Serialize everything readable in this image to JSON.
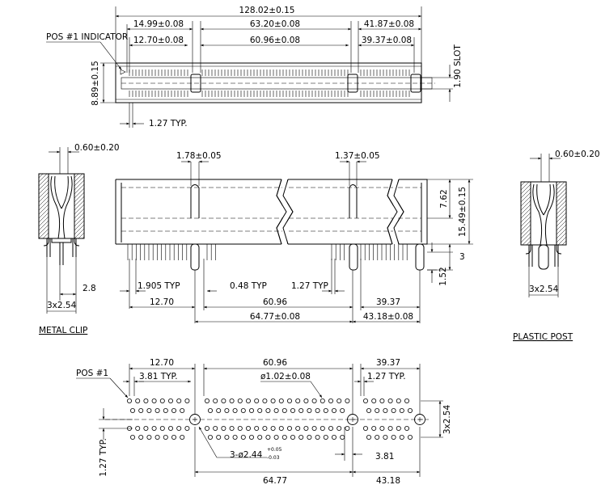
{
  "top_view": {
    "overall_length": "128.02±0.15",
    "left_section": "14.99±0.08",
    "middle_section": "63.20±0.08",
    "right_section": "41.87±0.08",
    "left_pitch_span": "12.70±0.08",
    "middle_pitch_span": "60.96±0.08",
    "right_pitch_span": "39.37±0.08",
    "pos1_indicator": "POS #1 INDICATOR",
    "slot": "1.90 SLOT",
    "height": "8.89±0.15",
    "pitch": "1.27 TYP."
  },
  "side_view": {
    "metal_clip_width": "0.60±0.20",
    "key_left": "1.78±0.05",
    "key_right": "1.37±0.05",
    "plastic_post_width": "0.60±0.20",
    "dim_762": "7.62",
    "dim_1549": "15.49±0.15",
    "dim_3": "3",
    "dim_152": "1.52",
    "dim_28": "2.8",
    "pitch_1905": "1.905 TYP",
    "dim_048": "0.48 TYP",
    "pitch_127": "1.27 TYP",
    "span_1270": "12.70",
    "span_6096": "60.96",
    "span_3937": "39.37",
    "span_6477": "64.77±0.08",
    "span_4318": "43.18±0.08",
    "clip_pitch": "3x2.54",
    "post_pitch": "3x2.54",
    "metal_clip_label": "METAL CLIP",
    "plastic_post_label": "PLASTIC POST"
  },
  "footprint": {
    "span_1270": "12.70",
    "span_6096": "60.96",
    "span_3937": "39.37",
    "pos1": "POS #1",
    "pitch_381": "3.81 TYP.",
    "hole_diameter": "ø1.02±0.08",
    "pitch_127": "1.27 TYP.",
    "row_pitch": "3x2.54",
    "row_127": "1.27 TYP.",
    "post_holes_prefix": "3-ø2.44",
    "post_holes_tol_plus": "+0.05",
    "post_holes_tol_minus": "-0.03",
    "dim_381": "3.81",
    "span_6477": "64.77",
    "span_4318": "43.18"
  }
}
